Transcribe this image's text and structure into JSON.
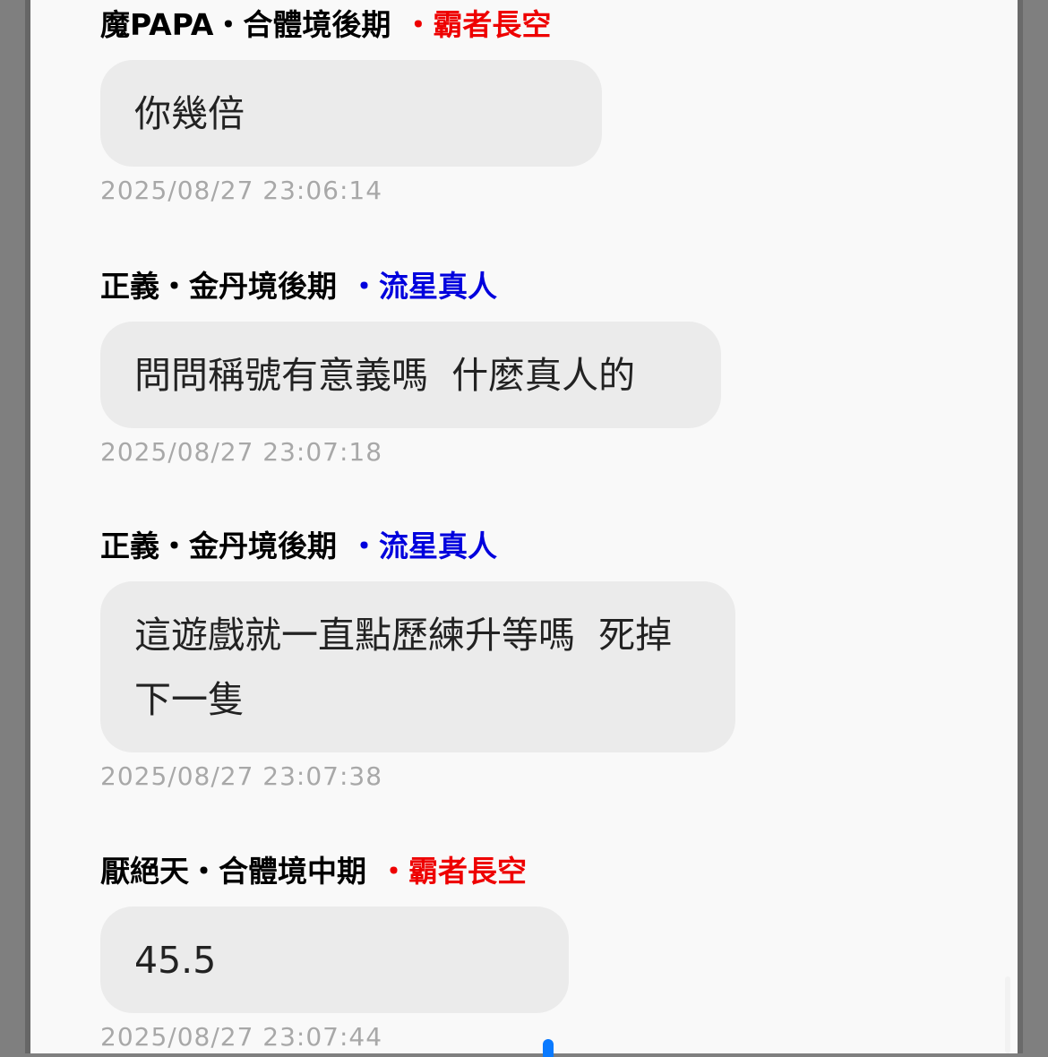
{
  "colors": {
    "red_tag": "#ee0000",
    "blue_tag": "#0000dd"
  },
  "messages": [
    {
      "author": "魔PAPA・合體境後期",
      "tag": "・霸者長空",
      "tag_color": "red",
      "text": "你幾倍",
      "timestamp": "2025/08/27 23:06:14"
    },
    {
      "author": "正義・金丹境後期",
      "tag": "・流星真人",
      "tag_color": "blue",
      "text": "問問稱號有意義嗎  什麼真人的",
      "timestamp": "2025/08/27 23:07:18"
    },
    {
      "author": "正義・金丹境後期",
      "tag": "・流星真人",
      "tag_color": "blue",
      "text": "這遊戲就一直點歷練升等嗎  死掉下一隻",
      "timestamp": "2025/08/27 23:07:38"
    },
    {
      "author": "厭絕天・合體境中期",
      "tag": "・霸者長空",
      "tag_color": "red",
      "text": "45.5",
      "timestamp": "2025/08/27 23:07:44"
    }
  ]
}
